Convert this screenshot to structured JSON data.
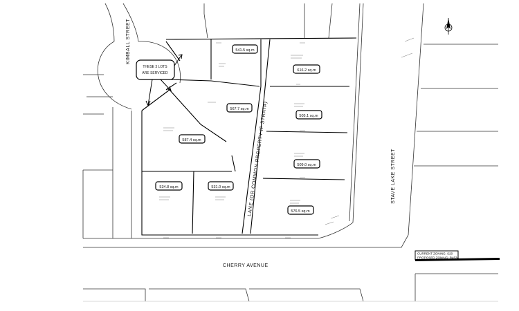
{
  "streets": {
    "kimball": "KIMBALL STREET",
    "cherry": "CHERRY AVENUE",
    "stave_lake": "STAVE LAKE STREET",
    "lane": "LANE (OR COMMON PROPERTY IF STRATA)"
  },
  "callout": {
    "line1": "THESE 3 LOTS",
    "line2": "ARE SERVICED"
  },
  "lot_areas": {
    "lot_a": "541.5 sq.m",
    "lot_b": "616.2 sq.m",
    "lot_c": "567.7 sq.m",
    "lot_d": "505.1 sq.m",
    "lot_e": "587.4 sq.m",
    "lot_f": "509.0 sq.m",
    "lot_g": "534.8 sq.m",
    "lot_h": "531.0 sq.m",
    "lot_i": "576.5 sq.m"
  },
  "zoning": {
    "current": "CURRENT ZONING: S20",
    "proposed": "PROPOSED ZONING: R4534"
  },
  "colors": {
    "line": "#000000",
    "background": "#ffffff"
  },
  "icons": {
    "north_arrow": "north-arrow-icon"
  }
}
